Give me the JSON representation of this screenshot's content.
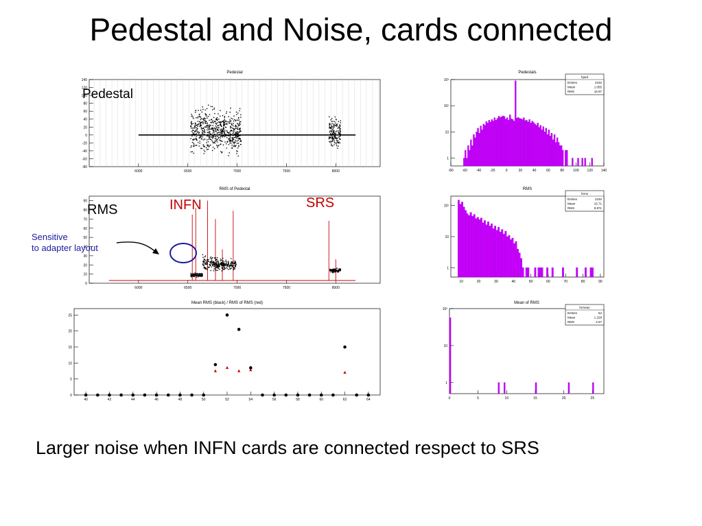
{
  "slide": {
    "title": "Pedestal and Noise, cards connected",
    "footer": "Larger noise  when INFN cards are connected respect to SRS"
  },
  "annotations": {
    "pedestal": "Pedestal",
    "rms": "RMS",
    "infn": "INFN",
    "srs": "SRS",
    "sensitive_line1": "Sensitive",
    "sensitive_line2": "to adapter layout"
  },
  "colors": {
    "hist_fill": "#cc00ff",
    "hist_line": "#8800cc",
    "red": "#d00000",
    "annotation_red": "#c00000",
    "annotation_blue": "#1a1aa0"
  },
  "chart_data": [
    {
      "id": "pedestal-vs-channel",
      "type": "scatter",
      "title": "Pedestal",
      "xlim": [
        5500,
        8450
      ],
      "ylim": [
        -80,
        140
      ],
      "xticks": [
        "6000",
        "6500",
        "7000",
        "7500",
        "8000"
      ],
      "yticks": [
        "140",
        "120",
        "100",
        "80",
        "60",
        "40",
        "20",
        "0",
        "-20",
        "-40",
        "-60",
        "-80"
      ],
      "grid": "vertical",
      "flat_line": {
        "x": [
          6000,
          8200
        ],
        "y": 0
      },
      "clusters": [
        {
          "x_range": [
            6530,
            7040
          ],
          "y_mean": 10,
          "y_spread": 45
        },
        {
          "x_range": [
            7930,
            8050
          ],
          "y_mean": 5,
          "y_spread": 30
        }
      ]
    },
    {
      "id": "rms-vs-channel",
      "type": "scatter",
      "title": "RMS of Pedestal",
      "xlim": [
        5500,
        8450
      ],
      "ylim": [
        0,
        95
      ],
      "xticks": [
        "6000",
        "6500",
        "7000",
        "7500",
        "8000"
      ],
      "yticks": [
        "90",
        "80",
        "70",
        "60",
        "50",
        "40",
        "30",
        "20",
        "10",
        "0"
      ],
      "red_baseline_y": 3,
      "clusters": [
        {
          "x_range": [
            6530,
            6650
          ],
          "y_mean": 9,
          "y_spread": 2
        },
        {
          "x_range": [
            6650,
            6800
          ],
          "y_mean": 22,
          "y_spread": 8
        },
        {
          "x_range": [
            6800,
            6990
          ],
          "y_mean": 20,
          "y_spread": 5
        },
        {
          "x_range": [
            7940,
            8050
          ],
          "y_mean": 14,
          "y_spread": 2
        }
      ],
      "red_spikes": [
        {
          "x": 6545,
          "y": 75
        },
        {
          "x": 6580,
          "y": 82
        },
        {
          "x": 6700,
          "y": 90
        },
        {
          "x": 6780,
          "y": 70
        },
        {
          "x": 6850,
          "y": 37
        },
        {
          "x": 6960,
          "y": 79
        },
        {
          "x": 7930,
          "y": 68
        },
        {
          "x": 8000,
          "y": 26
        }
      ]
    },
    {
      "id": "mean-rms-vs-card",
      "type": "scatter",
      "title": "Mean RMS (black) / RMS of RMS (red)",
      "xlim": [
        39,
        65
      ],
      "ylim": [
        0,
        27
      ],
      "xticks": [
        "40",
        "42",
        "44",
        "46",
        "48",
        "50",
        "52",
        "54",
        "56",
        "58",
        "60",
        "62",
        "64"
      ],
      "yticks": [
        "25",
        "20",
        "15",
        "10",
        "5",
        "0"
      ],
      "series": [
        {
          "name": "black",
          "x": [
            40,
            41,
            42,
            43,
            44,
            45,
            46,
            47,
            48,
            49,
            50,
            51,
            52,
            53,
            54,
            55,
            56,
            57,
            58,
            59,
            60,
            61,
            62,
            63,
            64
          ],
          "y": [
            0,
            0,
            0,
            0,
            0,
            0,
            0,
            0,
            0,
            0,
            0,
            9.5,
            25,
            20.5,
            8.5,
            0,
            0,
            0,
            0,
            0,
            0,
            0,
            15,
            0,
            0
          ]
        },
        {
          "name": "red",
          "x": [
            40,
            41,
            42,
            43,
            44,
            45,
            46,
            47,
            48,
            49,
            50,
            51,
            52,
            53,
            54,
            55,
            56,
            57,
            58,
            59,
            60,
            61,
            62,
            63,
            64
          ],
          "y": [
            0,
            0,
            0,
            0,
            0,
            0,
            0,
            0,
            0,
            0,
            0,
            7.5,
            8.5,
            7.5,
            7.8,
            0,
            0,
            0,
            0,
            0,
            0,
            0,
            7,
            0,
            0
          ]
        }
      ]
    },
    {
      "id": "pedestals-hist",
      "type": "bar",
      "title": "Pedestals",
      "log_y": true,
      "xlim": [
        -80,
        140
      ],
      "ylim": [
        0.5,
        1000
      ],
      "xticks": [
        "-80",
        "-60",
        "-40",
        "-20",
        "0",
        "20",
        "40",
        "60",
        "80",
        "100",
        "120",
        "140"
      ],
      "yticks": [
        "10³",
        "10²",
        "10",
        "1"
      ],
      "stats": {
        "name": "hped",
        "rows": [
          [
            "Entries",
            "2192"
          ],
          [
            "Mean",
            "1.055"
          ],
          [
            "RMS",
            "16.97"
          ]
        ]
      },
      "bins": {
        "x0": -62,
        "width": 2,
        "values": [
          1,
          2,
          1,
          3,
          2,
          5,
          3,
          8,
          6,
          10,
          14,
          9,
          17,
          12,
          20,
          18,
          25,
          22,
          28,
          24,
          30,
          26,
          35,
          28,
          33,
          40,
          36,
          38,
          41,
          39,
          31,
          35,
          28,
          45,
          32,
          30,
          26,
          900,
          34,
          36,
          33,
          32,
          30,
          35,
          27,
          28,
          24,
          30,
          22,
          26,
          23,
          20,
          18,
          22,
          15,
          18,
          12,
          16,
          10,
          14,
          8,
          12,
          7,
          9,
          5,
          8,
          4,
          6,
          4,
          3,
          3,
          2,
          0,
          2,
          2,
          0,
          0,
          0,
          1,
          0,
          0,
          0,
          1,
          0,
          0,
          1,
          0,
          1,
          0,
          0,
          0,
          0,
          1,
          0,
          0,
          0
        ]
      }
    },
    {
      "id": "rms-hist",
      "type": "bar",
      "title": "RMS",
      "log_y": true,
      "xlim": [
        4,
        92
      ],
      "ylim": [
        0.5,
        200
      ],
      "xticks": [
        "10",
        "20",
        "30",
        "40",
        "50",
        "60",
        "70",
        "80",
        "90"
      ],
      "yticks": [
        "10²",
        "10",
        "1"
      ],
      "stats": {
        "name": "hrms",
        "rows": [
          [
            "Entries",
            "2192"
          ],
          [
            "Mean",
            "15.71"
          ],
          [
            "RMS",
            "9.971"
          ]
        ]
      },
      "bins": {
        "x0": 8,
        "width": 1,
        "values": [
          150,
          110,
          130,
          90,
          70,
          55,
          48,
          60,
          45,
          52,
          38,
          42,
          35,
          40,
          28,
          33,
          24,
          30,
          22,
          26,
          18,
          22,
          16,
          20,
          14,
          17,
          12,
          15,
          10,
          11,
          8,
          9,
          6,
          7,
          4,
          3,
          2,
          1,
          0,
          1,
          1,
          0,
          0,
          0,
          1,
          0,
          1,
          1,
          1,
          0,
          0,
          1,
          0,
          0,
          1,
          0,
          0,
          0,
          0,
          0,
          1,
          0,
          0,
          0,
          0,
          0,
          0,
          0,
          1,
          0,
          0,
          0,
          0,
          1,
          0,
          0,
          1,
          1,
          0,
          0,
          0,
          0
        ]
      }
    },
    {
      "id": "mean-of-rms-hist",
      "type": "bar",
      "title": "Mean of RMS",
      "log_y": true,
      "xlim": [
        0,
        27
      ],
      "ylim": [
        0.5,
        100
      ],
      "xticks": [
        "0",
        "5",
        "10",
        "15",
        "20",
        "25"
      ],
      "yticks": [
        "10²",
        "10",
        "1"
      ],
      "stats": {
        "name": "hrmean",
        "rows": [
          [
            "Entries",
            "64"
          ],
          [
            "Mean",
            "1.228"
          ],
          [
            "RMS",
            "4.57"
          ]
        ]
      },
      "bins": {
        "x0": 0,
        "width": 0.25,
        "values": [
          57,
          0,
          0,
          0,
          0,
          0,
          0,
          0,
          0,
          0,
          0,
          0,
          0,
          0,
          0,
          0,
          0,
          0,
          0,
          0,
          0,
          0,
          0,
          0,
          0,
          0,
          0,
          0,
          0,
          0,
          0,
          0,
          0,
          0,
          1,
          0,
          0,
          0,
          1,
          0,
          0,
          0,
          0,
          0,
          0,
          0,
          0,
          0,
          0,
          0,
          0,
          0,
          0,
          0,
          0,
          0,
          0,
          0,
          0,
          0,
          1,
          0,
          0,
          0,
          0,
          0,
          0,
          0,
          0,
          0,
          0,
          0,
          0,
          0,
          0,
          0,
          0,
          0,
          0,
          0,
          0,
          0,
          0,
          1,
          0,
          0,
          0,
          0,
          0,
          0,
          0,
          0,
          0,
          0,
          0,
          0,
          0,
          0,
          0,
          0,
          1
        ]
      }
    }
  ]
}
